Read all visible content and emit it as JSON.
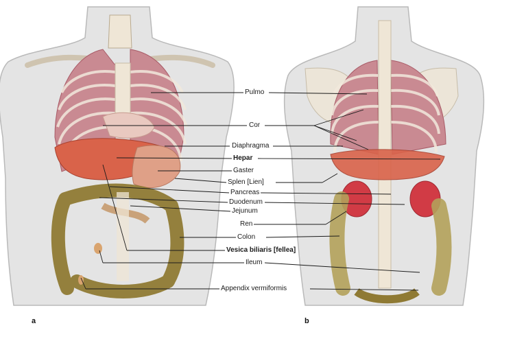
{
  "panels": {
    "left": "a",
    "right": "b"
  },
  "labels": [
    {
      "key": "pulmo",
      "text": "Pulmo",
      "bold": false
    },
    {
      "key": "cor",
      "text": "Cor",
      "bold": false
    },
    {
      "key": "diaphragma",
      "text": "Diaphragma",
      "bold": false
    },
    {
      "key": "hepar",
      "text": "Hepar",
      "bold": true
    },
    {
      "key": "gaster",
      "text": "Gaster",
      "bold": false
    },
    {
      "key": "splen",
      "text": "Splen [Lien]",
      "bold": false
    },
    {
      "key": "pancreas",
      "text": "Pancreas",
      "bold": false
    },
    {
      "key": "duodenum",
      "text": "Duodenum",
      "bold": false
    },
    {
      "key": "jejunum",
      "text": "Jejunum",
      "bold": false
    },
    {
      "key": "ren",
      "text": "Ren",
      "bold": false
    },
    {
      "key": "colon",
      "text": "Colon",
      "bold": false
    },
    {
      "key": "vesica",
      "text": "Vesica biliaris [fellea]",
      "bold": true
    },
    {
      "key": "ileum",
      "text": "Ileum",
      "bold": false
    },
    {
      "key": "appendix",
      "text": "Appendix vermiformis",
      "bold": false
    }
  ],
  "colors": {
    "skin": "#e4e4e4",
    "skin_edge": "#b9b9b9",
    "bone": "#efe6d6",
    "lung": "#c98a92",
    "lung_dark": "#a85a66",
    "liver": "#d9634a",
    "stomach": "#dfa087",
    "colon": "#8f7a34",
    "colon_light": "#b3a15a",
    "kidney": "#d13b45",
    "line": "#1a1a1a"
  }
}
